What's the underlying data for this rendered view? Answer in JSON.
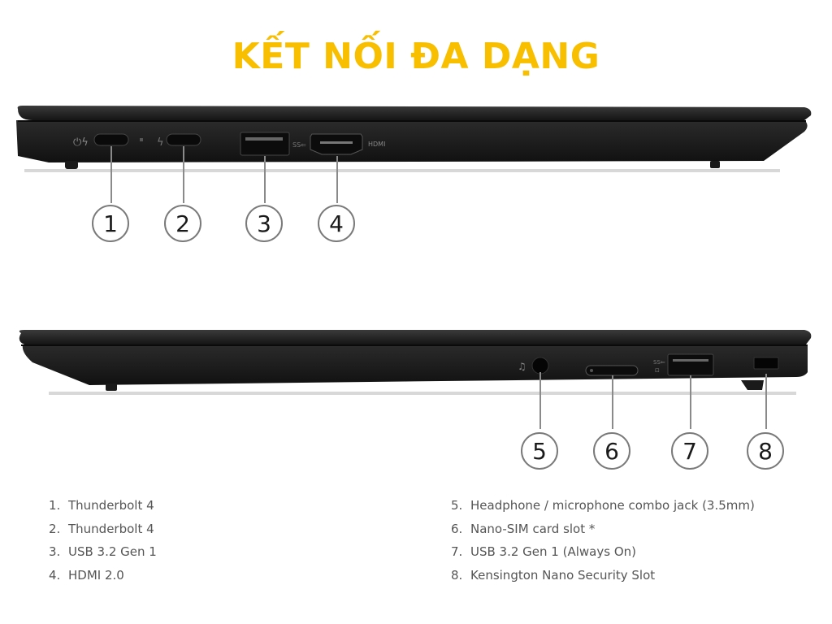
{
  "title": "KẾT NỐI ĐA DẠNG",
  "colors": {
    "title": "#f8bf00",
    "laptop_body": "#1c1c1c",
    "text": "#555555",
    "callout_border": "#7a7a7a"
  },
  "left_side": {
    "port_labels": {
      "hdmi": "HDMI"
    },
    "callouts": [
      {
        "number": "1",
        "port": "thunderbolt-4"
      },
      {
        "number": "2",
        "port": "thunderbolt-4"
      },
      {
        "number": "3",
        "port": "usb-a"
      },
      {
        "number": "4",
        "port": "hdmi"
      }
    ]
  },
  "right_side": {
    "callouts": [
      {
        "number": "5",
        "port": "audio-jack"
      },
      {
        "number": "6",
        "port": "nano-sim-slot"
      },
      {
        "number": "7",
        "port": "usb-a-always-on"
      },
      {
        "number": "8",
        "port": "kensington-lock"
      }
    ]
  },
  "legend": {
    "left": [
      {
        "num": "1.",
        "label": "Thunderbolt 4"
      },
      {
        "num": "2.",
        "label": "Thunderbolt 4"
      },
      {
        "num": "3.",
        "label": "USB 3.2 Gen 1"
      },
      {
        "num": "4.",
        "label": "HDMI 2.0"
      }
    ],
    "right": [
      {
        "num": "5.",
        "label": "Headphone / microphone combo jack (3.5mm)"
      },
      {
        "num": "6.",
        "label": "Nano-SIM card slot *"
      },
      {
        "num": "7.",
        "label": "USB 3.2 Gen 1 (Always On)"
      },
      {
        "num": "8.",
        "label": "Kensington Nano Security Slot"
      }
    ]
  }
}
